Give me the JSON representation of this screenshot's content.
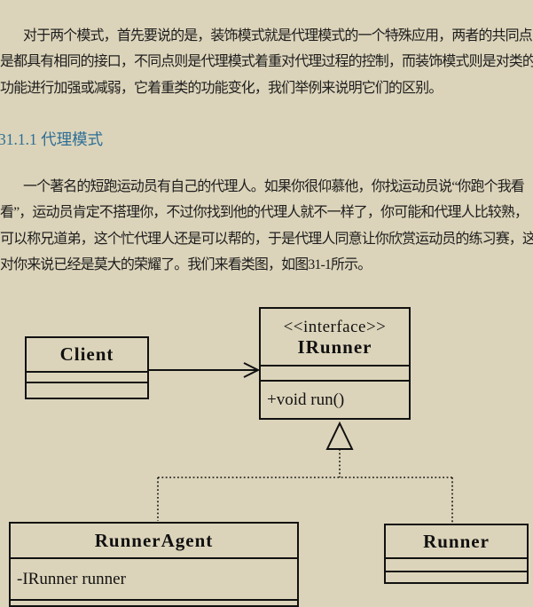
{
  "page": {
    "background_color": "#dcd4ba",
    "heading_color": "#2d6e96",
    "text_color": "#1d1d1d"
  },
  "paragraph1": {
    "lines": [
      "对于两个模式，首先要说的是，装饰模式就是代理模式的一个特殊应用，两者的共同点",
      "是都具有相同的接口，不同点则是代理模式着重对代理过程的控制，而装饰模式则是对类的",
      "功能进行加强或减弱，它着重类的功能变化，我们举例来说明它们的区别。"
    ]
  },
  "heading": {
    "text": "31.1.1 代理模式"
  },
  "paragraph2": {
    "lines": [
      "一个著名的短跑运动员有自己的代理人。如果你很仰慕他，你找运动员说“你跑个我看",
      "看”，运动员肯定不搭理你，不过你找到他的代理人就不一样了，你可能和代理人比较熟，",
      "可以称兄道弟，这个忙代理人还是可以帮的，于是代理人同意让你欣赏运动员的练习赛，这",
      "对你来说已经是莫大的荣耀了。我们来看类图，如图31-1所示。"
    ]
  },
  "diagram": {
    "client": {
      "name": "Client"
    },
    "irunner": {
      "stereotype": "<<interface>>",
      "name": "IRunner",
      "method": "+void run()"
    },
    "runner_agent": {
      "name": "RunnerAgent",
      "attribute": "-IRunner runner"
    },
    "runner": {
      "name": "Runner"
    }
  }
}
